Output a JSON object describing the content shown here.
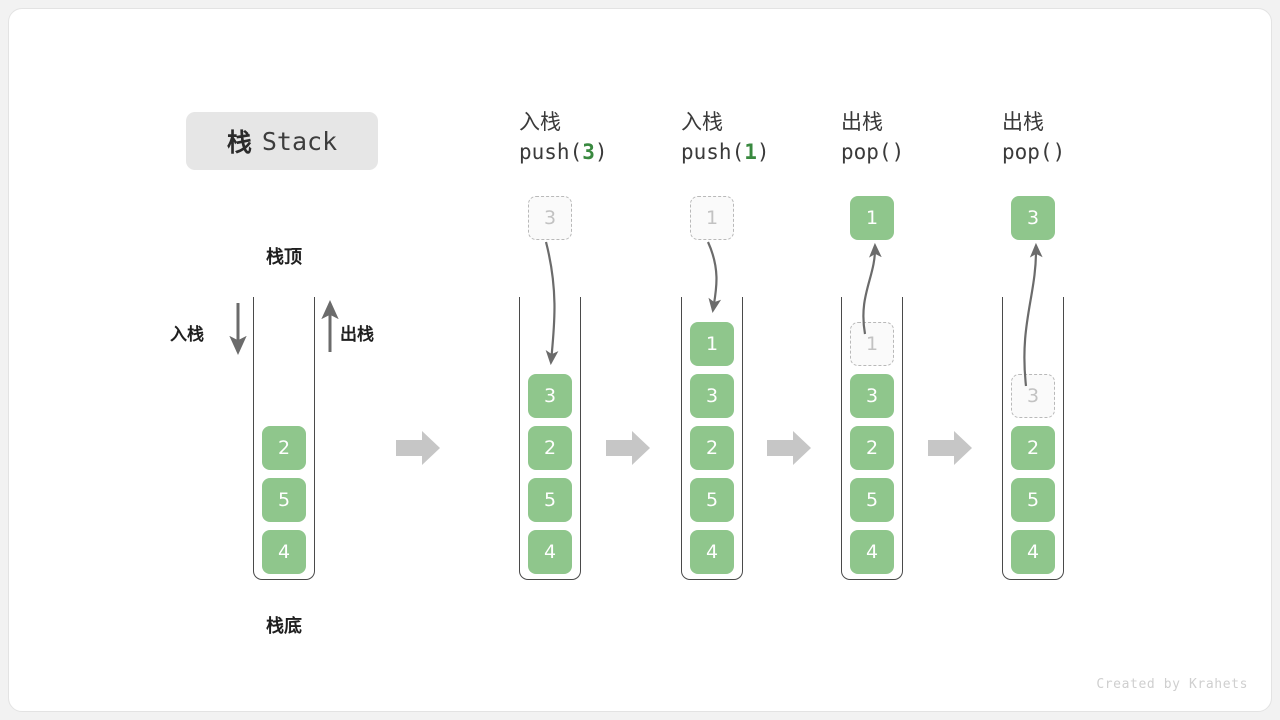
{
  "title": {
    "cn": "栈",
    "en": "Stack"
  },
  "labels": {
    "top": "栈顶",
    "bottom": "栈底",
    "push": "入栈",
    "pop": "出栈"
  },
  "initial_stack": {
    "items": [
      "2",
      "5",
      "4"
    ]
  },
  "steps": [
    {
      "head_cn": "入栈",
      "op_prefix": "push(",
      "op_arg": "3",
      "op_suffix": ")",
      "floating": {
        "value": "3",
        "style": "ghost"
      },
      "items": [
        {
          "value": "3",
          "style": "solid"
        },
        {
          "value": "2",
          "style": "solid"
        },
        {
          "value": "5",
          "style": "solid"
        },
        {
          "value": "4",
          "style": "solid"
        }
      ]
    },
    {
      "head_cn": "入栈",
      "op_prefix": "push(",
      "op_arg": "1",
      "op_suffix": ")",
      "floating": {
        "value": "1",
        "style": "ghost"
      },
      "items": [
        {
          "value": "1",
          "style": "solid"
        },
        {
          "value": "3",
          "style": "solid"
        },
        {
          "value": "2",
          "style": "solid"
        },
        {
          "value": "5",
          "style": "solid"
        },
        {
          "value": "4",
          "style": "solid"
        }
      ]
    },
    {
      "head_cn": "出栈",
      "op_prefix": "pop(",
      "op_arg": "",
      "op_suffix": ")",
      "floating": {
        "value": "1",
        "style": "solid"
      },
      "items": [
        {
          "value": "1",
          "style": "ghost"
        },
        {
          "value": "3",
          "style": "solid"
        },
        {
          "value": "2",
          "style": "solid"
        },
        {
          "value": "5",
          "style": "solid"
        },
        {
          "value": "4",
          "style": "solid"
        }
      ]
    },
    {
      "head_cn": "出栈",
      "op_prefix": "pop(",
      "op_arg": "",
      "op_suffix": ")",
      "floating": {
        "value": "3",
        "style": "solid"
      },
      "items": [
        {
          "value": "3",
          "style": "ghost"
        },
        {
          "value": "2",
          "style": "solid"
        },
        {
          "value": "5",
          "style": "solid"
        },
        {
          "value": "4",
          "style": "solid"
        }
      ]
    }
  ],
  "credit": "Created by Krahets",
  "colors": {
    "box_green": "#8fc68c",
    "arg_green": "#39893f",
    "ghost_border": "#b9b9b9",
    "ghost_text": "#c2c2c2",
    "tube_stroke": "#4a4a4a",
    "block_arrow": "#c6c6c6",
    "badge_bg": "#e6e6e6"
  }
}
